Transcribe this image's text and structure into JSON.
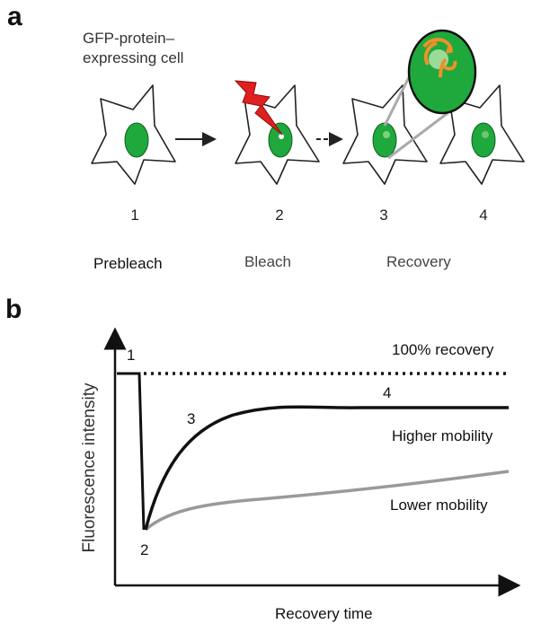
{
  "panel_a": {
    "letter": "a",
    "caption": "GFP-protein–\nexpressing cell",
    "steps": [
      {
        "number": "1",
        "label": "Prebleach"
      },
      {
        "number": "2",
        "label": "Bleach"
      },
      {
        "number": "3",
        "label": "Recovery"
      },
      {
        "number": "4",
        "label": ""
      }
    ]
  },
  "panel_b": {
    "letter": "b",
    "y_axis_label": "Fluorescence intensity",
    "x_axis_label": "Recovery time",
    "annotations": {
      "full_recovery": "100% recovery",
      "higher": "Higher mobility",
      "lower": "Lower mobility",
      "p1": "1",
      "p2": "2",
      "p3": "3",
      "p4": "4"
    }
  },
  "colors": {
    "cell_green": "#1fa83c",
    "highlight": "#7cd17a",
    "bolt_red": "#e0201e",
    "orange": "#f0902a",
    "grey_curve": "#9a9a9a",
    "black_curve": "#111111"
  }
}
